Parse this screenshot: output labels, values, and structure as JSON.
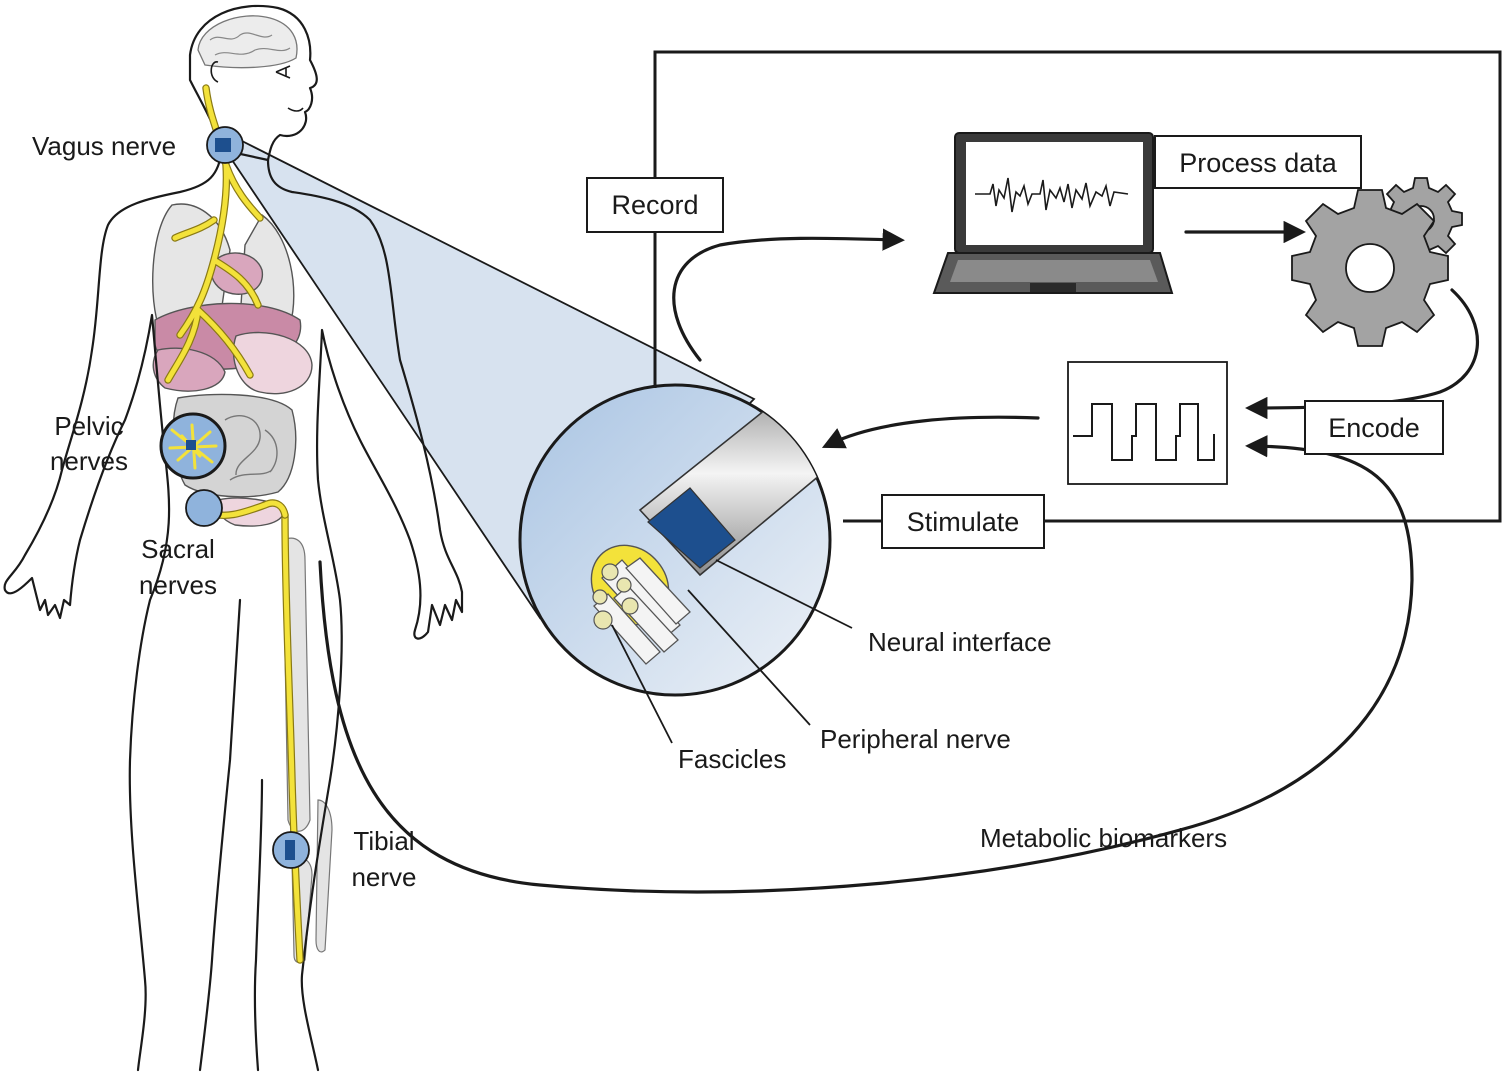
{
  "labels": {
    "vagus": "Vagus nerve",
    "pelvic_1": "Pelvic",
    "pelvic_2": "nerves",
    "sacral_1": "Sacral",
    "sacral_2": "nerves",
    "tibial_1": "Tibial",
    "tibial_2": "nerve",
    "neural_interface": "Neural interface",
    "peripheral_nerve": "Peripheral nerve",
    "fascicles": "Fascicles",
    "metabolic": "Metabolic biomarkers"
  },
  "loop": {
    "record": "Record",
    "process": "Process data",
    "encode": "Encode",
    "stimulate": "Stimulate"
  },
  "colors": {
    "nerve": "#f3e23a",
    "electrode_blue": "#1d4f8e",
    "interface_blue": "#8fb3dc",
    "zoom_fill": "#d7e2ef",
    "organ_pink": "#d9a6bd",
    "organ_light": "#eed5de",
    "gear_gray": "#a3a3a3"
  },
  "icons": {
    "laptop": "laptop-icon",
    "gears": "gears-icon",
    "waveform": "stimulation-waveform-icon",
    "brain": "brain-icon"
  }
}
